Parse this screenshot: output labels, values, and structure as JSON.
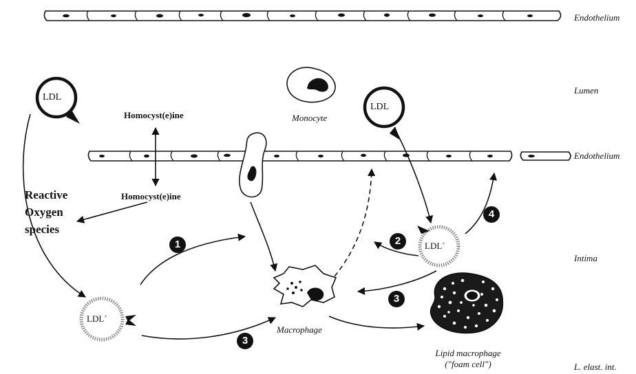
{
  "layers": {
    "endothelium_top": "Endothelium",
    "lumen": "Lumen",
    "endothelium_mid": "Endothelium",
    "intima": "Intima",
    "elastica": "L. elast. int."
  },
  "molecules": {
    "ldl_lumen_left": "LDL",
    "ldl_lumen_right": "LDL",
    "ldl_modified_left": "LDL´",
    "ldl_modified_right": "LDL´",
    "homocysteine_lumen": "Homocyst(e)ine",
    "homocysteine_intima": "Homocyst(e)ine"
  },
  "cells": {
    "monocyte": "Monocyte",
    "macrophage": "Macrophage",
    "foam_cell_line1": "Lipid macrophage",
    "foam_cell_line2": "(\"foam cell\")"
  },
  "ros": {
    "line1": "Reactive",
    "line2": "Oxygen",
    "line3": "species"
  },
  "steps": {
    "step1": "1",
    "step2": "2",
    "step3a": "3",
    "step3b": "3",
    "step4": "4"
  }
}
